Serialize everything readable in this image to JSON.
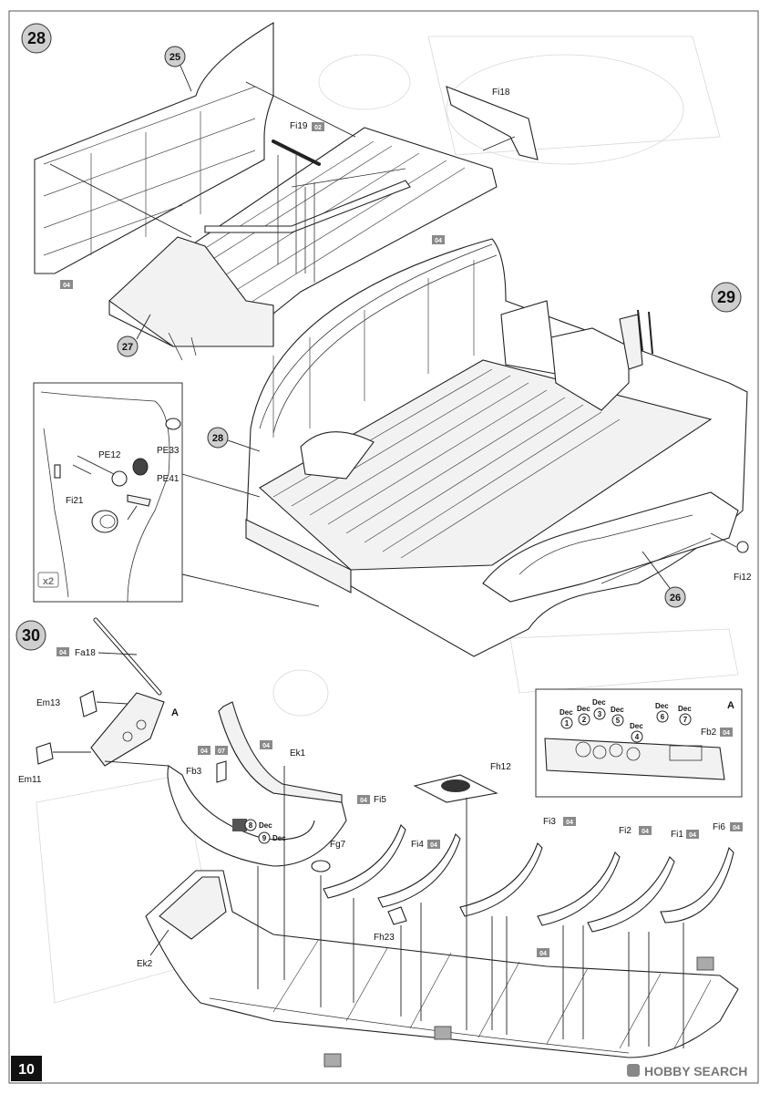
{
  "page_number": "10",
  "watermark": "HOBBY SEARCH",
  "colors": {
    "step_circle": "#cfcfcf",
    "badge": "#8a8a8a",
    "ink": "#111111"
  },
  "steps": [
    {
      "number": "28",
      "callouts": [
        "25",
        "27"
      ],
      "parts": [
        {
          "label": "Fi19",
          "badge": "02"
        },
        {
          "label": "Fi18"
        }
      ],
      "badges": [
        "04",
        "04"
      ]
    },
    {
      "number": "29",
      "callouts": [
        "28",
        "26"
      ],
      "parts": [
        {
          "label": "Fi12"
        }
      ],
      "inset": {
        "multiplier": "x2",
        "parts": [
          {
            "label": "PE12"
          },
          {
            "label": "PE33"
          },
          {
            "label": "PE41"
          },
          {
            "label": "Fi21"
          }
        ]
      }
    },
    {
      "number": "30",
      "marker": "A",
      "parts": [
        {
          "label": "Fa18",
          "badge": "04"
        },
        {
          "label": "Em13"
        },
        {
          "label": "Em11"
        },
        {
          "label": "Fb3",
          "badges": [
            "04",
            "07"
          ]
        },
        {
          "label": "Ek1",
          "badge": "04"
        },
        {
          "label": "Ek2"
        },
        {
          "label": "Fg7"
        },
        {
          "label": "Fh12"
        },
        {
          "label": "Fh23"
        },
        {
          "label": "Fi5",
          "badge": "04"
        },
        {
          "label": "Fi4",
          "badge": "04"
        },
        {
          "label": "Fi3",
          "badge": "04"
        },
        {
          "label": "Fi2",
          "badge": "04"
        },
        {
          "label": "Fi1",
          "badge": "04"
        },
        {
          "label": "Fi6",
          "badge": "04"
        }
      ],
      "decals": [
        {
          "number": "8",
          "label": "Dec"
        },
        {
          "number": "9",
          "label": "Dec"
        }
      ],
      "detail_box": {
        "marker": "A",
        "part": {
          "label": "Fb2",
          "badge": "04"
        },
        "decals": [
          {
            "number": "1",
            "label": "Dec"
          },
          {
            "number": "2",
            "label": "Dec"
          },
          {
            "number": "3",
            "label": "Dec"
          },
          {
            "number": "4",
            "label": "Dec"
          },
          {
            "number": "5",
            "label": "Dec"
          },
          {
            "number": "6",
            "label": "Dec"
          },
          {
            "number": "7",
            "label": "Dec"
          }
        ]
      },
      "floor_badge": "04"
    }
  ]
}
